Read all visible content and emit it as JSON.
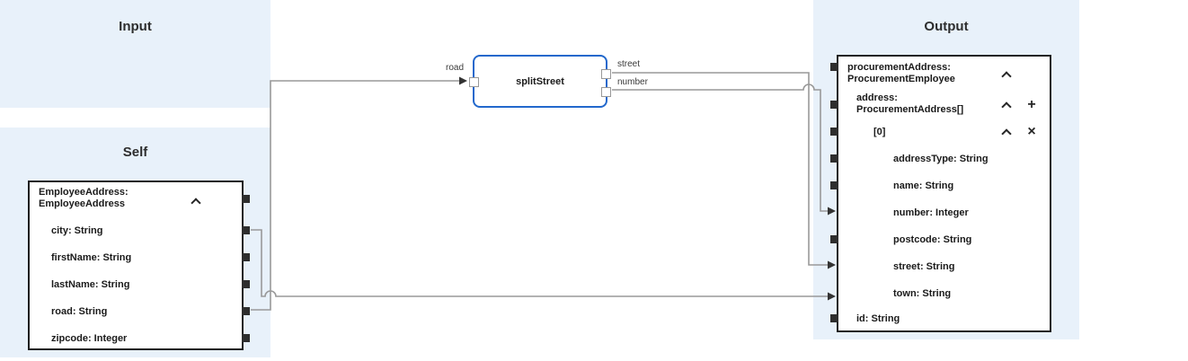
{
  "panels": {
    "input": {
      "title": "Input"
    },
    "self": {
      "title": "Self"
    },
    "output": {
      "title": "Output"
    }
  },
  "self_tree": {
    "header_line1": "EmployeeAddress:",
    "header_line2": "EmployeeAddress",
    "fields": [
      "city: String",
      "firstName: String",
      "lastName: String",
      "road: String",
      "zipcode: Integer"
    ]
  },
  "function_node": {
    "label": "splitStreet",
    "input_port_label": "road",
    "output_port_labels": [
      "street",
      "number"
    ]
  },
  "output_tree": {
    "header_line1": "procurementAddress:",
    "header_line2": "ProcurementEmployee",
    "address_line1": "address:",
    "address_line2": "ProcurementAddress[]",
    "index_label": "[0]",
    "fields": [
      "addressType: String",
      "name: String",
      "number: Integer",
      "postcode: String",
      "street: String",
      "town: String"
    ],
    "id_field": "id: String"
  },
  "icons": {
    "add": "+",
    "remove": "×"
  },
  "connections": [
    {
      "from": "EmployeeAddress.road",
      "to": "splitStreet.road"
    },
    {
      "from": "splitStreet.street",
      "to": "procurementAddress.address[0].street"
    },
    {
      "from": "splitStreet.number",
      "to": "procurementAddress.address[0].number"
    },
    {
      "from": "EmployeeAddress.city",
      "to": "procurementAddress.address[0].town"
    }
  ],
  "colors": {
    "panel_bg": "#e8f1fa",
    "node_border": "#1f1f1f",
    "function_border": "#2268cc",
    "wire": "#999999",
    "arrowhead": "#333333"
  }
}
